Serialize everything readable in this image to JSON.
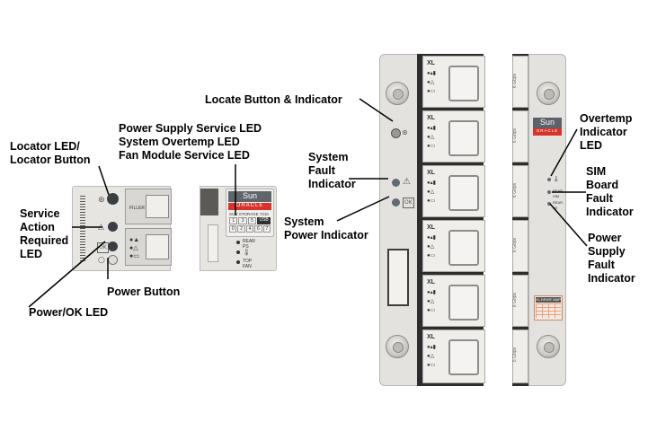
{
  "figure": {
    "title": "Storage enclosure front panel indicators",
    "labels": {
      "locator_led": [
        "Locator LED/",
        "Locator Button"
      ],
      "psu_service_led": "Power Supply Service LED",
      "system_overtemp_led": "System Overtemp LED",
      "fan_module_service_led": "Fan Module Service LED",
      "service_action_led": [
        "Service",
        "Action",
        "Required",
        "LED"
      ],
      "power_button": "Power Button",
      "power_ok_led": "Power/OK LED",
      "locate_button_indicator": "Locate Button & Indicator",
      "system_fault_indicator": [
        "System",
        "Fault",
        "Indicator"
      ],
      "system_power_indicator": [
        "System",
        "Power Indicator"
      ],
      "overtemp_indicator_led": [
        "Overtemp",
        "Indicator",
        "LED"
      ],
      "sim_board_fault_indicator": [
        "SIM",
        "Board",
        "Fault",
        "Indicator"
      ],
      "psu_fault_indicator": [
        "Power",
        "Supply",
        "Fault",
        "Indicator"
      ]
    },
    "hardware_text": {
      "sun_logo": "Sun",
      "oracle_logo": "ORACLE",
      "model": "SUN STORAGE 7210",
      "drive_map_top": [
        "1",
        "3",
        "5",
        "USB"
      ],
      "drive_map_bottom": [
        "0",
        "2",
        "4",
        "6",
        "7"
      ],
      "rear_ps": "REAR PS",
      "top_fan": "TOP FAN",
      "filler": "FILLER",
      "drive_label": "XL",
      "rear_sim": "REAR SIM",
      "rear_ps_short": "REAR PS",
      "drive_rate": "6 Gbps",
      "ok_badge": "OK",
      "drive_map_title": "XL DRIVE MAP"
    },
    "icons": {
      "locate": "locator-icon",
      "fault": "warning-triangle-icon",
      "ok": "ok-badge-icon",
      "power": "power-icon",
      "overtemp": "thermometer-icon"
    }
  }
}
